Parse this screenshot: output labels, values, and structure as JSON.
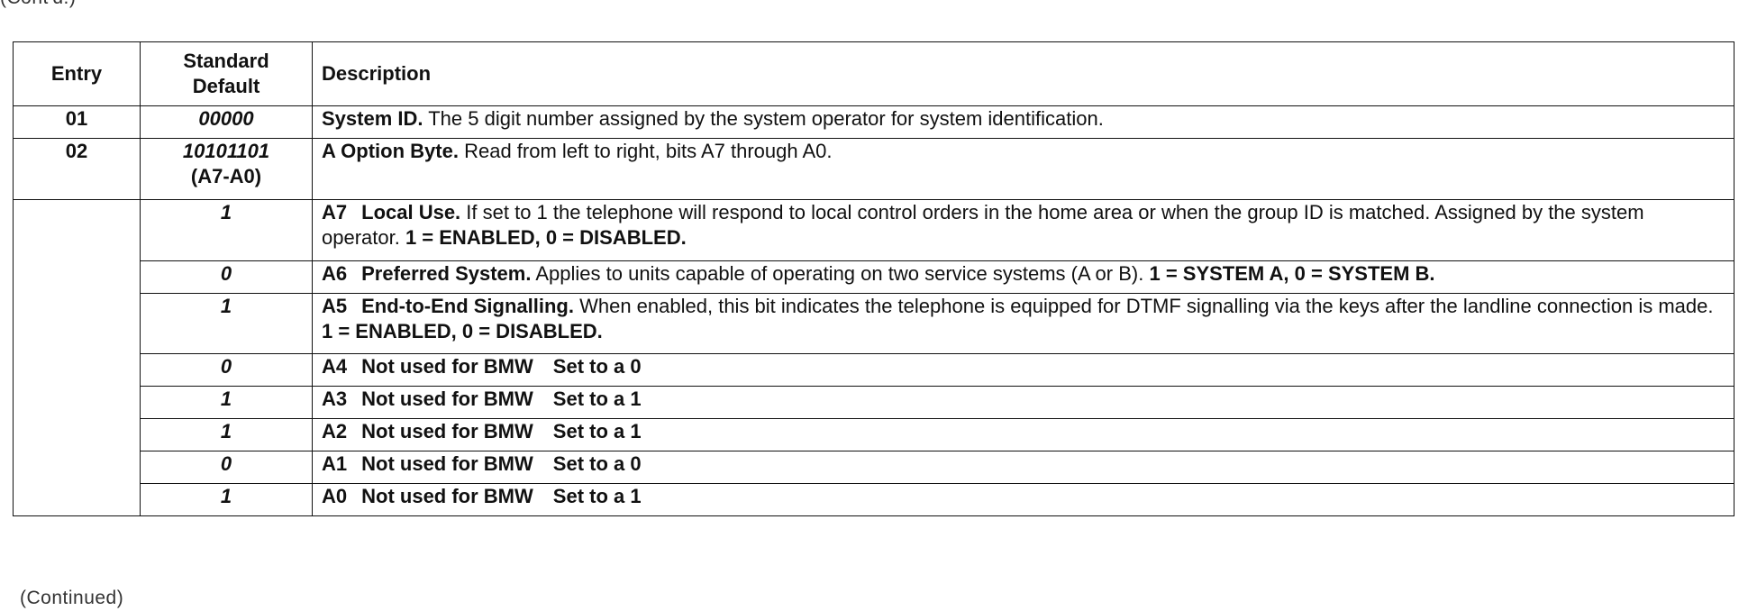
{
  "clipped_header": "(Cont'd.)",
  "clipped_footer": "(Continued)",
  "table": {
    "headers": {
      "entry": "Entry",
      "default_line1": "Standard",
      "default_line2": "Default",
      "description": "Description"
    },
    "rows": [
      {
        "entry": "01",
        "default": "00000",
        "default_sub": "",
        "lead": "System ID.",
        "text": " The 5 digit number assigned by the system operator for system identification."
      },
      {
        "entry": "02",
        "default": "10101101",
        "default_sub": "(A7-A0)",
        "lead": "A Option Byte.",
        "text": " Read from left to right, bits A7 through A0."
      }
    ],
    "bits": [
      {
        "default": "1",
        "code": "A7",
        "lead": "Local Use.",
        "text": " If set to 1 the telephone will respond to local control orders in the home area or when the group ID is matched. Assigned by the system operator. ",
        "tail": "1 = ENABLED, 0 = DISABLED."
      },
      {
        "default": "0",
        "code": "A6",
        "lead": "Preferred System.",
        "text": " Applies to units capable of operating on two service systems (A or B). ",
        "tail": "1 = SYSTEM A, 0 = SYSTEM B."
      },
      {
        "default": "1",
        "code": "A5",
        "lead": "End-to-End Signalling.",
        "text": " When enabled, this bit indicates the telephone is equipped for DTMF signalling via the keys after the landline connection is made. ",
        "tail": "1 = ENABLED, 0 = DISABLED."
      },
      {
        "default": "0",
        "code": "A4",
        "lead": "Not used for BMW",
        "text": "",
        "tail": "Set to a 0"
      },
      {
        "default": "1",
        "code": "A3",
        "lead": "Not used for BMW",
        "text": "",
        "tail": "Set to a 1"
      },
      {
        "default": "1",
        "code": "A2",
        "lead": "Not used for BMW",
        "text": "",
        "tail": "Set to a 1"
      },
      {
        "default": "0",
        "code": "A1",
        "lead": "Not used for BMW",
        "text": "",
        "tail": "Set to a 0"
      },
      {
        "default": "1",
        "code": "A0",
        "lead": "Not used for BMW",
        "text": "",
        "tail": "Set to a 1"
      }
    ]
  }
}
